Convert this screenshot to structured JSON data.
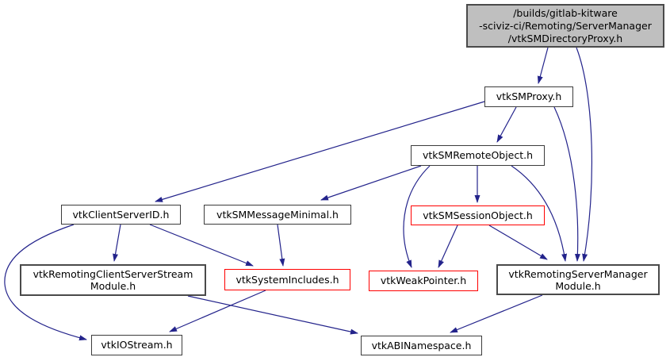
{
  "diagram": {
    "kind": "doxygen-include-dependency-graph",
    "colors": {
      "edge": "#23238b",
      "main_node_fill": "#bfbfbf",
      "node_fill": "#ffffff",
      "node_border": "#3c3c3c",
      "truncated_node_border": "#ff0000",
      "text": "#000000"
    },
    "nodes": [
      {
        "id": "dirproxy",
        "style": "main",
        "lines": [
          "/builds/gitlab-kitware",
          "-sciviz-ci/Remoting/ServerManager",
          "/vtkSMDirectoryProxy.h"
        ]
      },
      {
        "id": "smproxy",
        "style": "plain",
        "lines": [
          "vtkSMProxy.h"
        ]
      },
      {
        "id": "smremote",
        "style": "plain",
        "lines": [
          "vtkSMRemoteObject.h"
        ]
      },
      {
        "id": "csid",
        "style": "plain",
        "lines": [
          "vtkClientServerID.h"
        ]
      },
      {
        "id": "msgmin",
        "style": "plain",
        "lines": [
          "vtkSMMessageMinimal.h"
        ]
      },
      {
        "id": "session",
        "style": "red",
        "lines": [
          "vtkSMSessionObject.h"
        ]
      },
      {
        "id": "cssmod",
        "style": "thick",
        "lines": [
          "vtkRemotingClientServerStream",
          "Module.h"
        ]
      },
      {
        "id": "sysinc",
        "style": "red",
        "lines": [
          "vtkSystemIncludes.h"
        ]
      },
      {
        "id": "weak",
        "style": "red",
        "lines": [
          "vtkWeakPointer.h"
        ]
      },
      {
        "id": "smmod",
        "style": "thick",
        "lines": [
          "vtkRemotingServerManager",
          "Module.h"
        ]
      },
      {
        "id": "iostream",
        "style": "plain",
        "lines": [
          "vtkIOStream.h"
        ]
      },
      {
        "id": "abi",
        "style": "plain",
        "lines": [
          "vtkABINamespace.h"
        ]
      }
    ],
    "edges": [
      {
        "from": "dirproxy",
        "to": "smproxy"
      },
      {
        "from": "dirproxy",
        "to": "smmod"
      },
      {
        "from": "smproxy",
        "to": "csid"
      },
      {
        "from": "smproxy",
        "to": "smremote"
      },
      {
        "from": "smproxy",
        "to": "smmod"
      },
      {
        "from": "smremote",
        "to": "msgmin"
      },
      {
        "from": "smremote",
        "to": "session"
      },
      {
        "from": "smremote",
        "to": "weak"
      },
      {
        "from": "smremote",
        "to": "smmod"
      },
      {
        "from": "session",
        "to": "weak"
      },
      {
        "from": "session",
        "to": "smmod"
      },
      {
        "from": "csid",
        "to": "cssmod"
      },
      {
        "from": "csid",
        "to": "sysinc"
      },
      {
        "from": "csid",
        "to": "iostream"
      },
      {
        "from": "msgmin",
        "to": "sysinc"
      },
      {
        "from": "cssmod",
        "to": "abi"
      },
      {
        "from": "sysinc",
        "to": "iostream"
      },
      {
        "from": "smmod",
        "to": "abi"
      }
    ]
  }
}
